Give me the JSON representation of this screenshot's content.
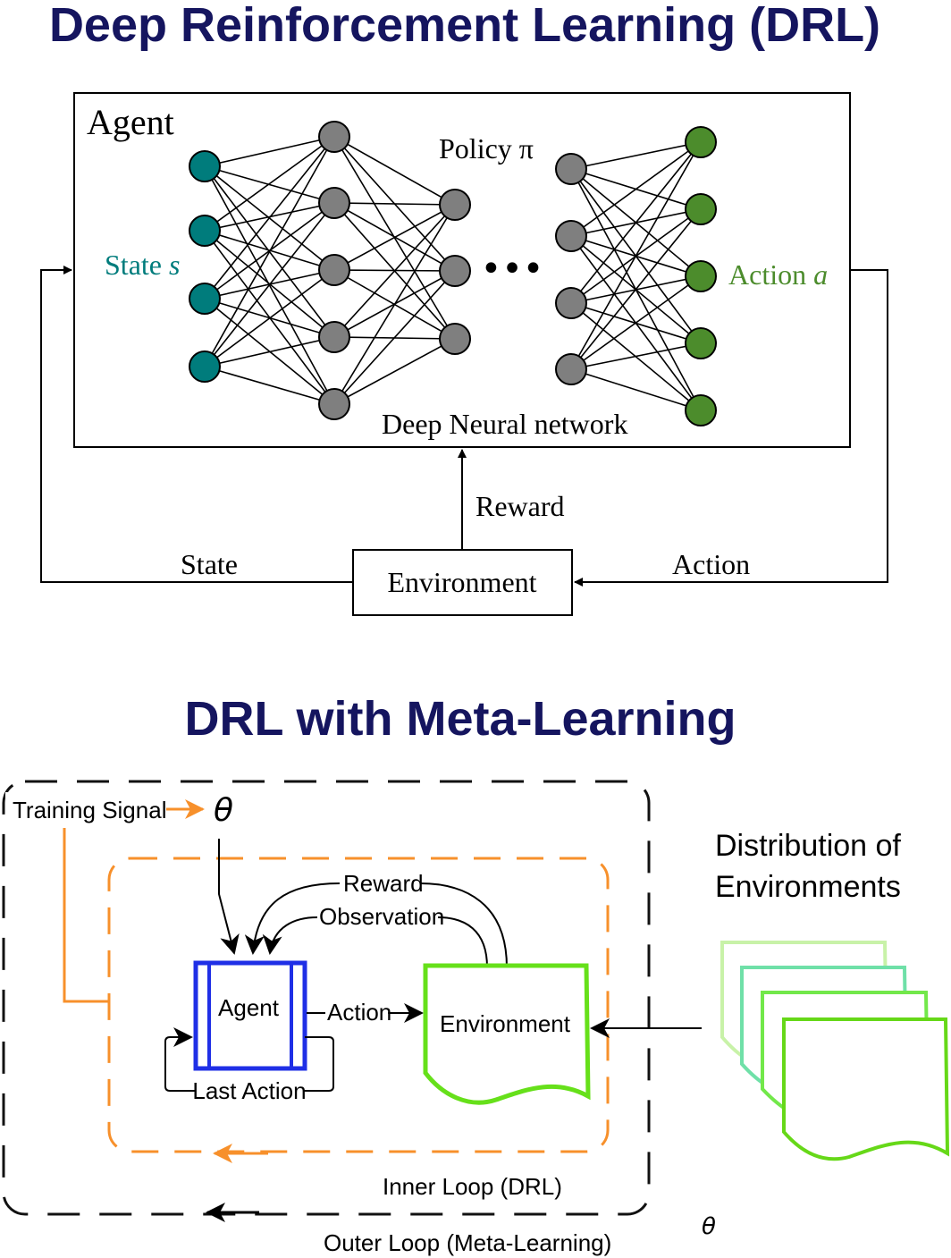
{
  "top": {
    "title": "Deep Reinforcement Learning (DRL)",
    "agent_label": "Agent",
    "policy_label": "Policy π",
    "state_label": "State ",
    "state_symbol": "s",
    "action_label": "Action ",
    "action_symbol": "a",
    "network_label": "Deep Neural network",
    "reward_label": "Reward",
    "state_edge_label": "State",
    "action_edge_label": "Action",
    "environment_label": "Environment",
    "ellipsis": "•••"
  },
  "bottom": {
    "title": "DRL with Meta-Learning",
    "training_signal": "Training Signal",
    "theta_top": "θ",
    "distribution_line1": "Distribution of",
    "distribution_line2": "Environments",
    "reward_label": "Reward",
    "observation_label": "Observation",
    "agent_label": "Agent",
    "action_label": "Action",
    "environment_label": "Environment",
    "last_action_label": "Last Action",
    "inner_loop_label": "Inner Loop (DRL)",
    "outer_loop_label": "Outer Loop (Meta-Learning)",
    "theta_bottom": "θ"
  },
  "colors": {
    "title": "#15155f",
    "state_node": "#007c7c",
    "hidden_node": "#7f7f7f",
    "action_node": "#4c8c2c",
    "orange": "#f7902b",
    "agent_box": "#1f2fe6",
    "env_green": "#66e01a"
  }
}
